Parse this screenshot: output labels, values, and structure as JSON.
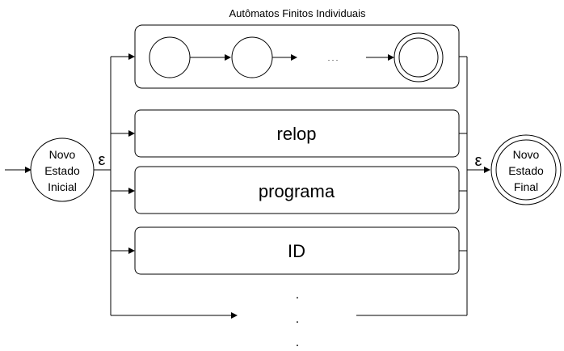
{
  "title": "Autômatos Finitos Individuais",
  "start_state": {
    "lines": [
      "Novo",
      "Estado",
      "Inicial"
    ]
  },
  "final_state": {
    "lines": [
      "Novo",
      "Estado",
      "Final"
    ]
  },
  "epsilon_left": "ε",
  "epsilon_right": "ε",
  "inner_automaton": {
    "ellipsis": ". . ."
  },
  "boxes": [
    {
      "label": "relop"
    },
    {
      "label": "programa"
    },
    {
      "label": "ID"
    }
  ],
  "more_marker": ".",
  "colors": {
    "stroke": "#000000",
    "background": "#ffffff"
  }
}
